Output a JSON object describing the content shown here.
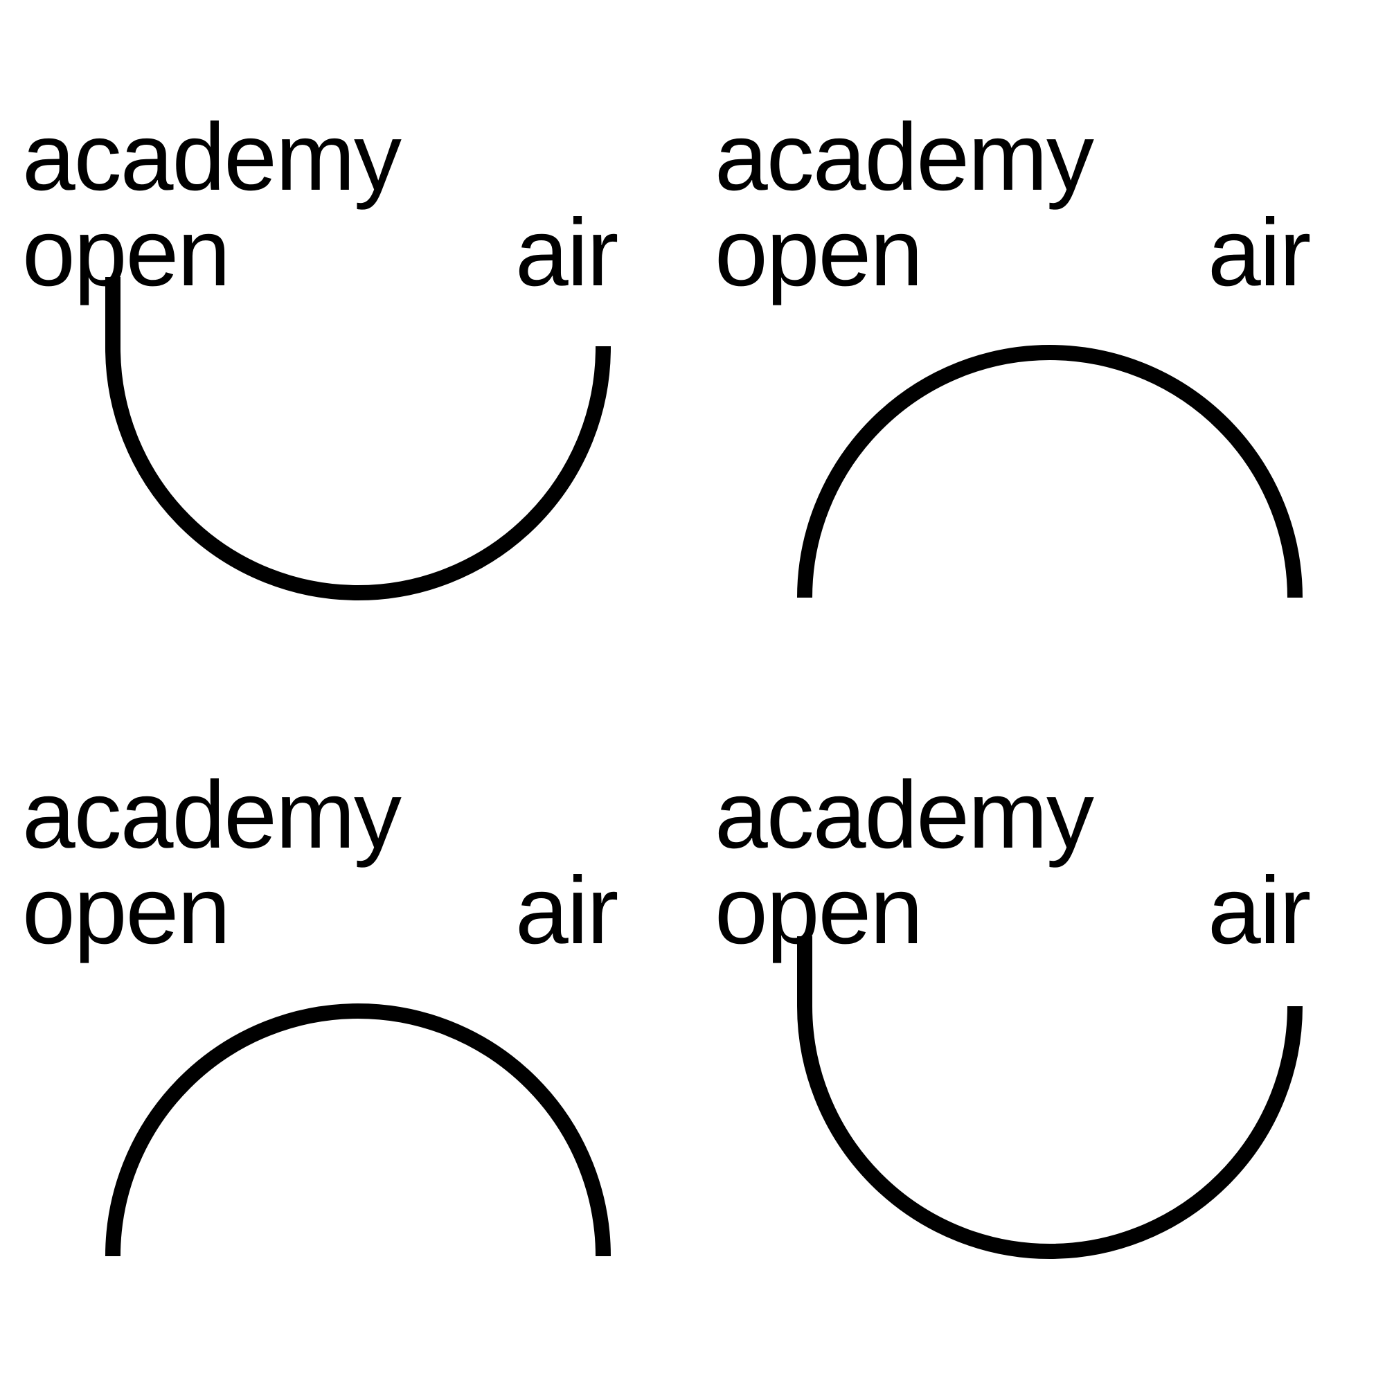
{
  "logos": [
    {
      "word1": "academy",
      "word2": "open",
      "word3": "air",
      "arc": "bottom-half-circle"
    },
    {
      "word1": "academy",
      "word2": "open",
      "word3": "air",
      "arc": "top-half-circle"
    },
    {
      "word1": "academy",
      "word2": "open",
      "word3": "air",
      "arc": "top-half-circle"
    },
    {
      "word1": "academy",
      "word2": "open",
      "word3": "air",
      "arc": "bottom-half-circle"
    }
  ],
  "colors": {
    "ink": "#000000",
    "background": "#ffffff"
  }
}
